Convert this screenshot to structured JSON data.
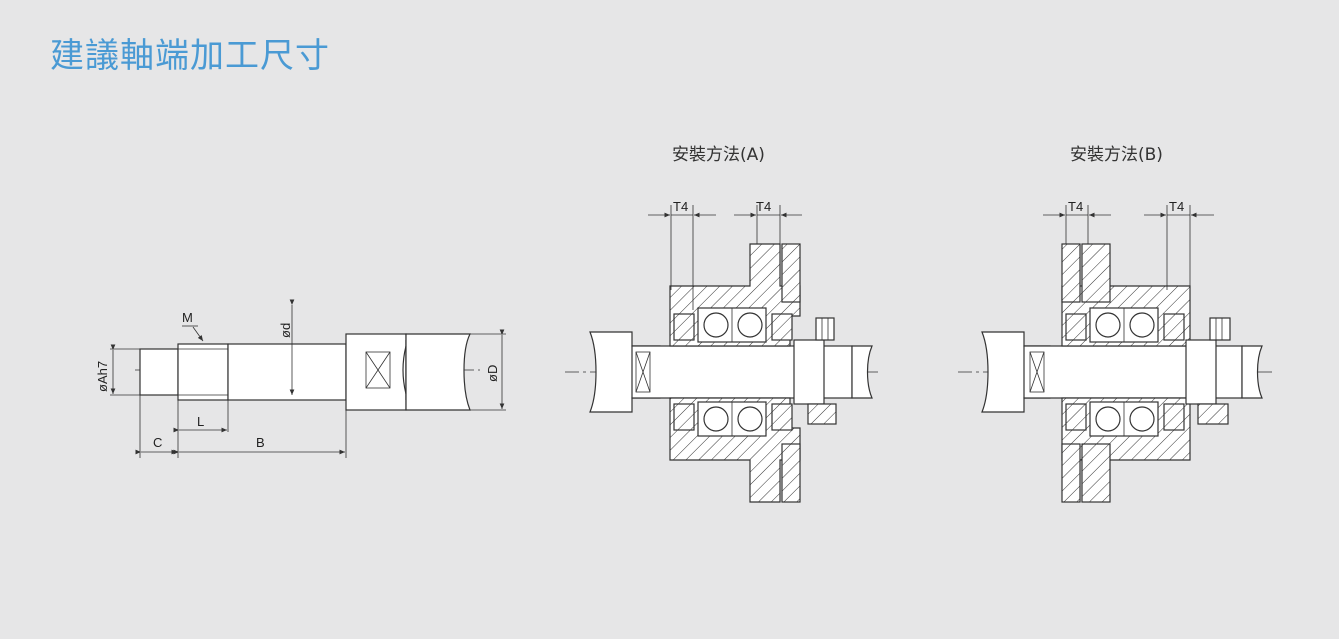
{
  "title": "建議軸端加工尺寸",
  "captions": {
    "method_a": "安裝方法(A)",
    "method_b": "安裝方法(B)"
  },
  "labels": {
    "M": "M",
    "od": "ød",
    "oAh7": "øAh7",
    "oD": "øD",
    "C": "C",
    "L": "L",
    "B": "B",
    "T4": "T4"
  }
}
